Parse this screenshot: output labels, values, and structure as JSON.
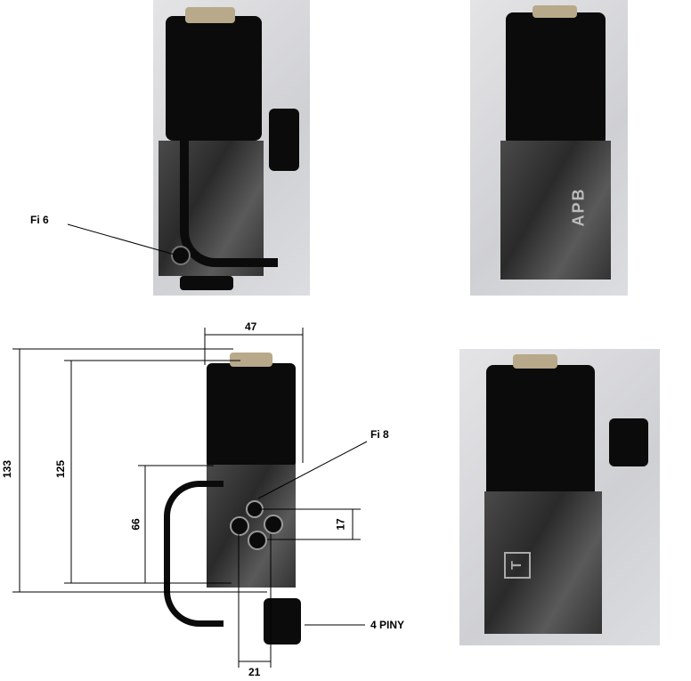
{
  "labels": {
    "fi6": "Fi 6",
    "fi8": "Fi 8",
    "pins": "4 PINY"
  },
  "dimensions": {
    "width_top": "47",
    "total_height": "133",
    "height_125": "125",
    "block_height": "66",
    "port_spacing_v": "17",
    "port_spacing_h": "21"
  },
  "stamps": {
    "brand": "APB",
    "mark": "T"
  }
}
